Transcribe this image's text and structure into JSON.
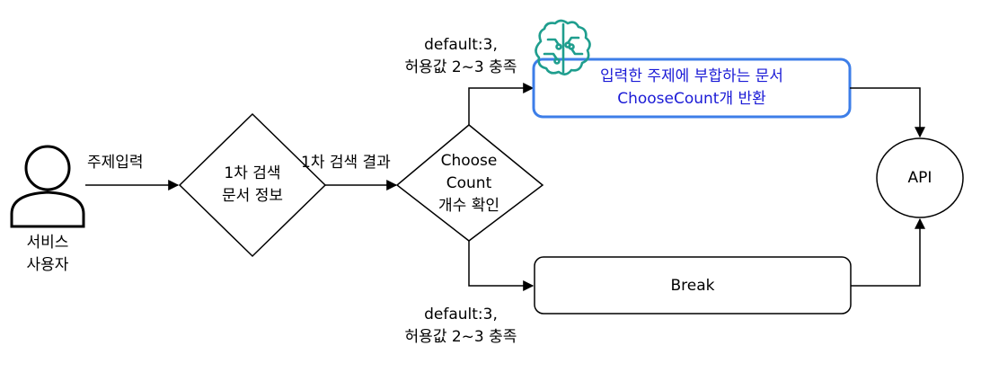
{
  "actor": {
    "line1": "서비스",
    "line2": "사용자"
  },
  "edges": {
    "input_label": "주제입력",
    "search_result_label": "1차 검색 결과",
    "upper_condition": {
      "line1": "default:3,",
      "line2": "허용값 2~3 충족"
    },
    "lower_condition": {
      "line1": "default:3,",
      "line2": "허용값 2~3 충족"
    }
  },
  "nodes": {
    "search_info": {
      "line1": "1차 검색",
      "line2": "문서 정보"
    },
    "choose_count": {
      "line1": "Choose",
      "line2": "Count",
      "line3": "개수 확인"
    },
    "ai_process": {
      "line1": "입력한 주제에 부합하는 문서",
      "line2": "ChooseCount개 반환"
    },
    "break": {
      "label": "Break"
    },
    "api": {
      "label": "API"
    }
  },
  "icons": {
    "ai": "ai-brain-icon",
    "actor": "user-icon"
  },
  "colors": {
    "ai_border": "#3d7ee8",
    "ai_text": "#1a1ad6",
    "ai_icon": "#1f9e8e",
    "stroke": "#000000"
  }
}
